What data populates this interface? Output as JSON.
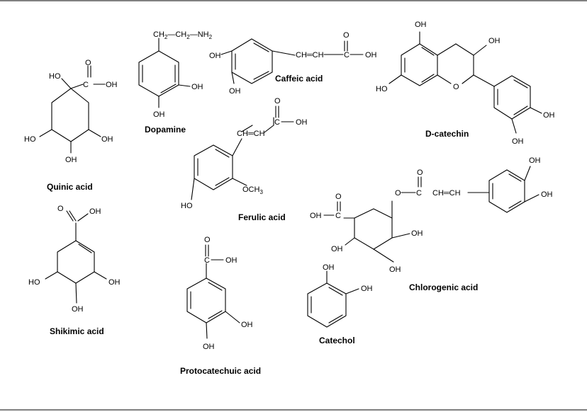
{
  "names": {
    "quinic": "Quinic acid",
    "dopamine": "Dopamine",
    "caffeic": "Caffeic acid",
    "catechin": "D-catechin",
    "ferulic": "Ferulic acid",
    "shikimic": "Shikimic acid",
    "protocatechuic": "Protocatechuic acid",
    "catechol": "Catechol",
    "chlorogenic": "Chlorogenic acid"
  },
  "atoms": {
    "oh": "OH",
    "ho": "HO",
    "o": "O",
    "nh": "NH",
    "two": "2",
    "och": "OCH",
    "three": "3",
    "ch": "CH",
    "ch2a": "CH",
    "ch2b": "CH"
  }
}
